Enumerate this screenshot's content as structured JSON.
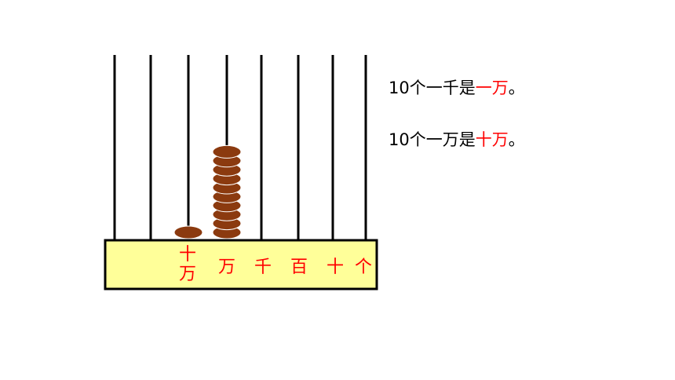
{
  "abacus": {
    "colors": {
      "rod": "#000000",
      "bead": "#8b3a0f",
      "base_fill": "#ffff99",
      "label": "#ff0000"
    },
    "columns": [
      {
        "label": "",
        "beads": 0
      },
      {
        "label": "",
        "beads": 0
      },
      {
        "label": "十万",
        "label_top": "十",
        "label_bottom": "万",
        "beads": 1
      },
      {
        "label": "万",
        "beads": 10
      },
      {
        "label": "千",
        "beads": 0
      },
      {
        "label": "百",
        "beads": 0
      },
      {
        "label": "十",
        "beads": 0
      },
      {
        "label": "个",
        "beads": 0
      }
    ]
  },
  "statements": [
    {
      "prefix": "10个一千是",
      "highlight": "一万",
      "suffix": "。"
    },
    {
      "prefix": "10个一万是",
      "highlight": "十万",
      "suffix": "。"
    }
  ]
}
